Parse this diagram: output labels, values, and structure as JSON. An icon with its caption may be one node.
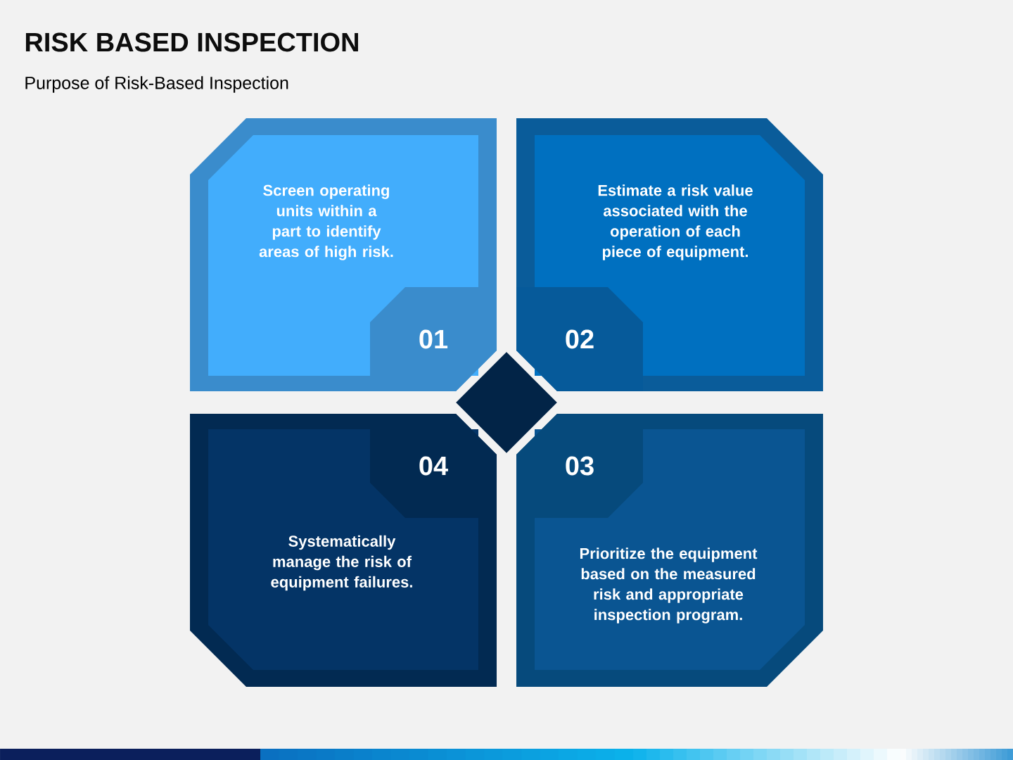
{
  "diagram": {
    "title": "RISK BASED INSPECTION",
    "nodes": [
      {
        "text": [
          "Screen operating units within a part to identify areas of high risk."
        ]
      },
      {
        "text": [
          "01"
        ],
        "in": 0
      },
      {
        "text": [
          "Estimate a risk value associated with the operation of each piece of equipment."
        ]
      },
      {
        "text": [
          "02"
        ],
        "in": 2
      },
      {
        "text": [
          "Prioritize the equipment based on the measured risk and appropriate inspection program."
        ]
      },
      {
        "text": [
          "03"
        ],
        "in": 4
      },
      {
        "text": [
          "Systematically manage the risk of equipment failures."
        ]
      },
      {
        "text": [
          "04"
        ],
        "in": 6
      },
      {
        "text": [],
        "shape": "diamond"
      }
    ],
    "edges": [],
    "labels": [
      "Purpose of Risk-Based Inspection"
    ]
  }
}
